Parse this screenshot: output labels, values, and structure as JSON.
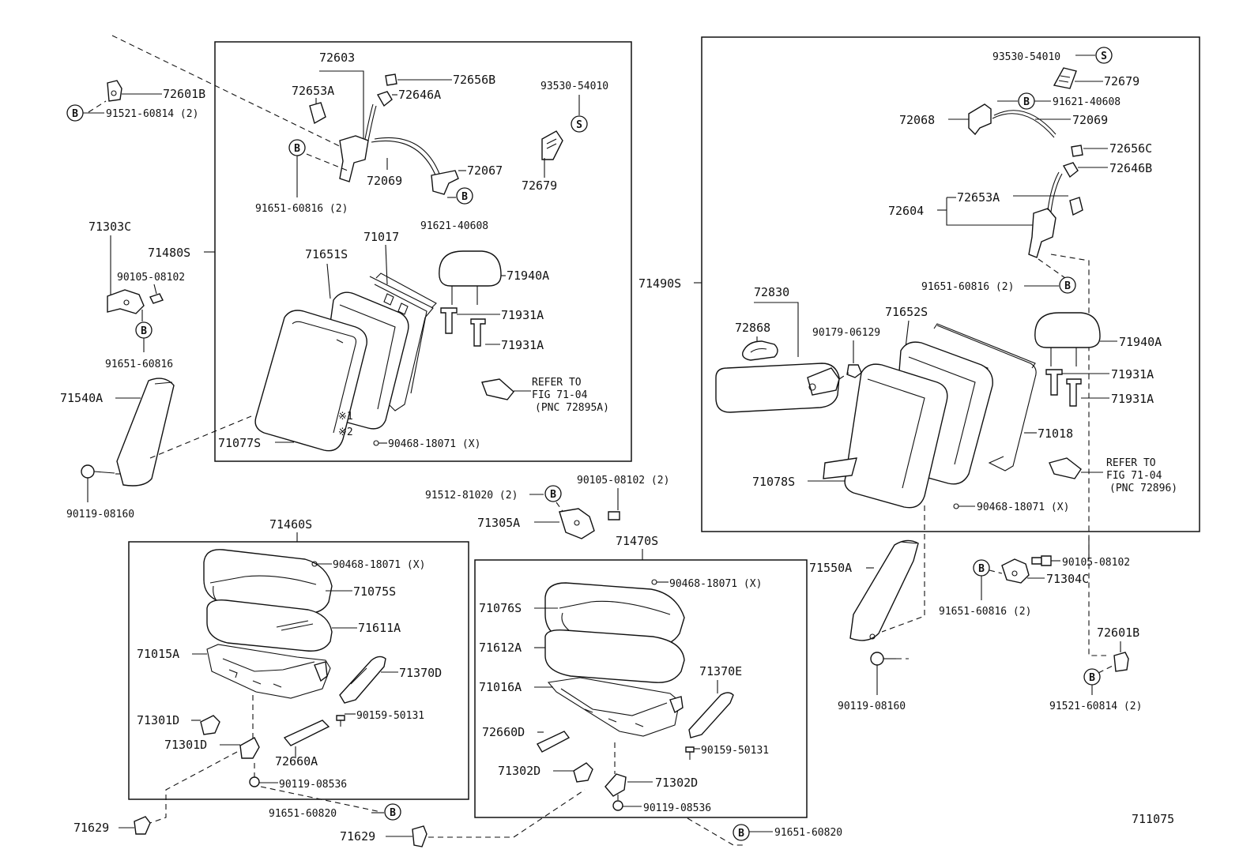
{
  "symbols": {
    "bolt": "B",
    "screw": "S"
  },
  "figure_code": "711075",
  "assemblies": {
    "front_back": "71480S",
    "rear_back": "71490S",
    "front_cushion": "71460S",
    "rear_cushion": "71470S"
  },
  "labels": {
    "l_72601B_L": "72601B",
    "l_91521_60814_L": "91521-60814 (2)",
    "l_71303C": "71303C",
    "l_90105_08102_L": "90105-08102",
    "l_91651_60816_L": "91651-60816",
    "l_71540A": "71540A",
    "l_90119_08160_L": "90119-08160",
    "l_72603": "72603",
    "l_72653A_L": "72653A",
    "l_72656B": "72656B",
    "l_72646A": "72646A",
    "l_93530_54010_L": "93530-54010",
    "l_72069_L": "72069",
    "l_72067": "72067",
    "l_72679_L": "72679",
    "l_91651_60816_2_L": "91651-60816 (2)",
    "l_91621_40608_L": "91621-40608",
    "l_71651S": "71651S",
    "l_71017": "71017",
    "l_71940A_L": "71940A",
    "l_71931A_L1": "71931A",
    "l_71931A_L2": "71931A",
    "l_refer_to_L": "REFER TO",
    "l_fig_L": "FIG 71-04",
    "l_pnc_L": "(PNC 72895A)",
    "l_note1": "※1",
    "l_note2": "※2",
    "l_71077S": "71077S",
    "l_90468_18071_L": "90468-18071 (X)",
    "l_93530_54010_R": "93530-54010",
    "l_72679_R": "72679",
    "l_91621_40608_R": "91621-40608",
    "l_72068": "72068",
    "l_72069_R": "72069",
    "l_72656C": "72656C",
    "l_72646B": "72646B",
    "l_72604": "72604",
    "l_72653A_R": "72653A",
    "l_91651_60816_2_R": "91651-60816 (2)",
    "l_72830": "72830",
    "l_72868": "72868",
    "l_90179_06129": "90179-06129",
    "l_71652S": "71652S",
    "l_71940A_R": "71940A",
    "l_71931A_R1": "71931A",
    "l_71931A_R2": "71931A",
    "l_71018": "71018",
    "l_refer_to_R": "REFER TO",
    "l_fig_R": "FIG 71-04",
    "l_pnc_R": "(PNC 72896)",
    "l_71078S": "71078S",
    "l_90468_18071_R": "90468-18071 (X)",
    "l_91512_81020": "91512-81020 (2)",
    "l_90105_08102_2": "90105-08102 (2)",
    "l_71305A": "71305A",
    "l_90468_18071_C1": "90468-18071 (X)",
    "l_71075S": "71075S",
    "l_71611A": "71611A",
    "l_71015A": "71015A",
    "l_71370D": "71370D",
    "l_90159_50131_L": "90159-50131",
    "l_71301D_1": "71301D",
    "l_71301D_2": "71301D",
    "l_72660A": "72660A",
    "l_90119_08536_L": "90119-08536",
    "l_91651_60820_L": "91651-60820",
    "l_71629_L": "71629",
    "l_71629_C": "71629",
    "l_90468_18071_C2": "90468-18071 (X)",
    "l_71076S": "71076S",
    "l_71612A": "71612A",
    "l_71016A": "71016A",
    "l_71370E": "71370E",
    "l_90159_50131_R": "90159-50131",
    "l_72660D": "72660D",
    "l_71302D_1": "71302D",
    "l_71302D_2": "71302D",
    "l_90119_08536_R": "90119-08536",
    "l_91651_60820_R": "91651-60820",
    "l_71550A": "71550A",
    "l_90119_08160_R": "90119-08160",
    "l_90105_08102_R": "90105-08102",
    "l_71304C": "71304C",
    "l_91651_60816_2_R2": "91651-60816 (2)",
    "l_72601B_R": "72601B",
    "l_91521_60814_R": "91521-60814 (2)"
  }
}
